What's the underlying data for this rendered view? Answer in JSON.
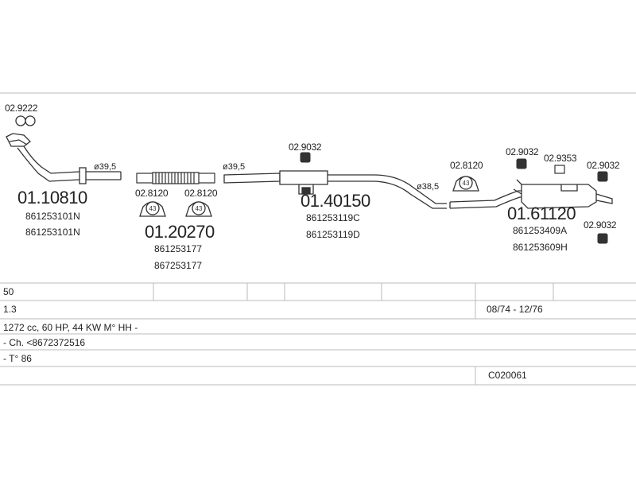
{
  "parts": [
    {
      "id": "p1",
      "number": "01.10810",
      "refs": [
        "861253101N",
        "861253101N"
      ]
    },
    {
      "id": "p2",
      "number": "01.20270",
      "refs": [
        "861253177",
        "867253177"
      ]
    },
    {
      "id": "p3",
      "number": "01.40150",
      "refs": [
        "861253119C",
        "861253119D"
      ]
    },
    {
      "id": "p4",
      "number": "01.61120",
      "refs": [
        "861253409A",
        "861253609H"
      ]
    }
  ],
  "accessories": {
    "a1": "02.9222",
    "a2": "02.8120",
    "a3": "02.8120",
    "a4": "02.9032",
    "a5": "02.8120",
    "a6": "02.9032",
    "a7": "02.9353",
    "a8": "02.9032",
    "a9": "02.9032"
  },
  "clamp_number": "43",
  "diameters": {
    "d1": "ø39,5",
    "d2": "ø39,5",
    "d3": "ø38,5"
  },
  "table": {
    "r1": "50",
    "r2_left": "1.3",
    "r2_right": "08/74 - 12/76",
    "r3": "1272 cc, 60 HP, 44 KW M° HH -",
    "r4": "- Ch. <8672372516",
    "r5": "- T° 86",
    "r6_right": "C020061"
  }
}
